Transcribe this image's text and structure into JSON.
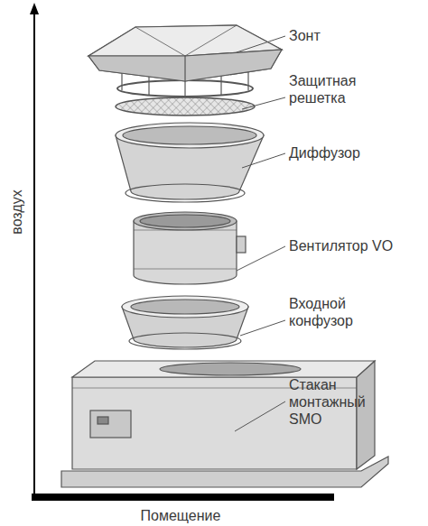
{
  "diagram": {
    "labels": [
      "воздух",
      "Зонт",
      "Защитная решетка",
      "Диффузор",
      "Вентилятор VO",
      "Входной конфузор",
      "Стакан монтажный SMO",
      "Помещение"
    ]
  }
}
